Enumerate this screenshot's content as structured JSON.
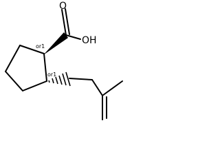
{
  "molecule": {
    "atoms": {
      "carboxyl_oxygen": "O",
      "hydroxyl": "OH"
    },
    "stereo_labels": {
      "c1": "or1",
      "c2": "or1"
    }
  }
}
